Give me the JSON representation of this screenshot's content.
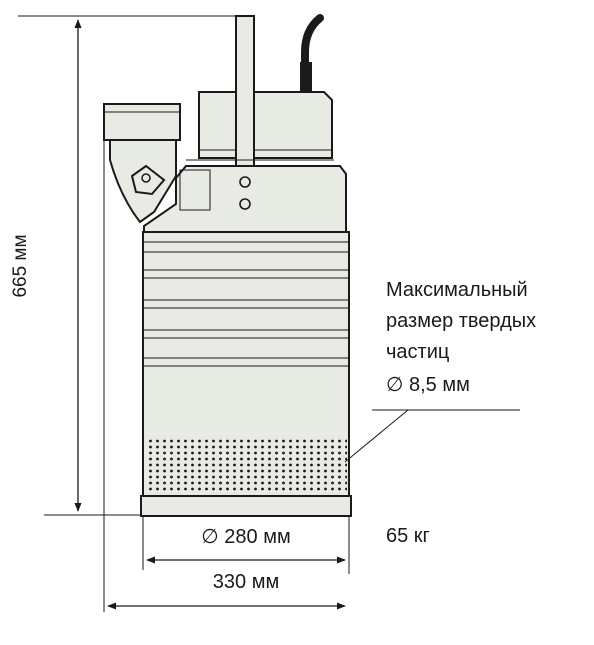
{
  "labels": {
    "height": "665 мм",
    "particle_line1": "Максимальный",
    "particle_line2": "размер твердых",
    "particle_line3": "частиц",
    "particle_line4": "∅ 8,5 мм",
    "inner_diameter": "∅ 280 мм",
    "outer_width": "330 мм",
    "weight": "65 кг"
  },
  "colors": {
    "body_fill": "#e8ebe4",
    "outline": "#1a1a1a",
    "cable": "#1a1a1a"
  }
}
